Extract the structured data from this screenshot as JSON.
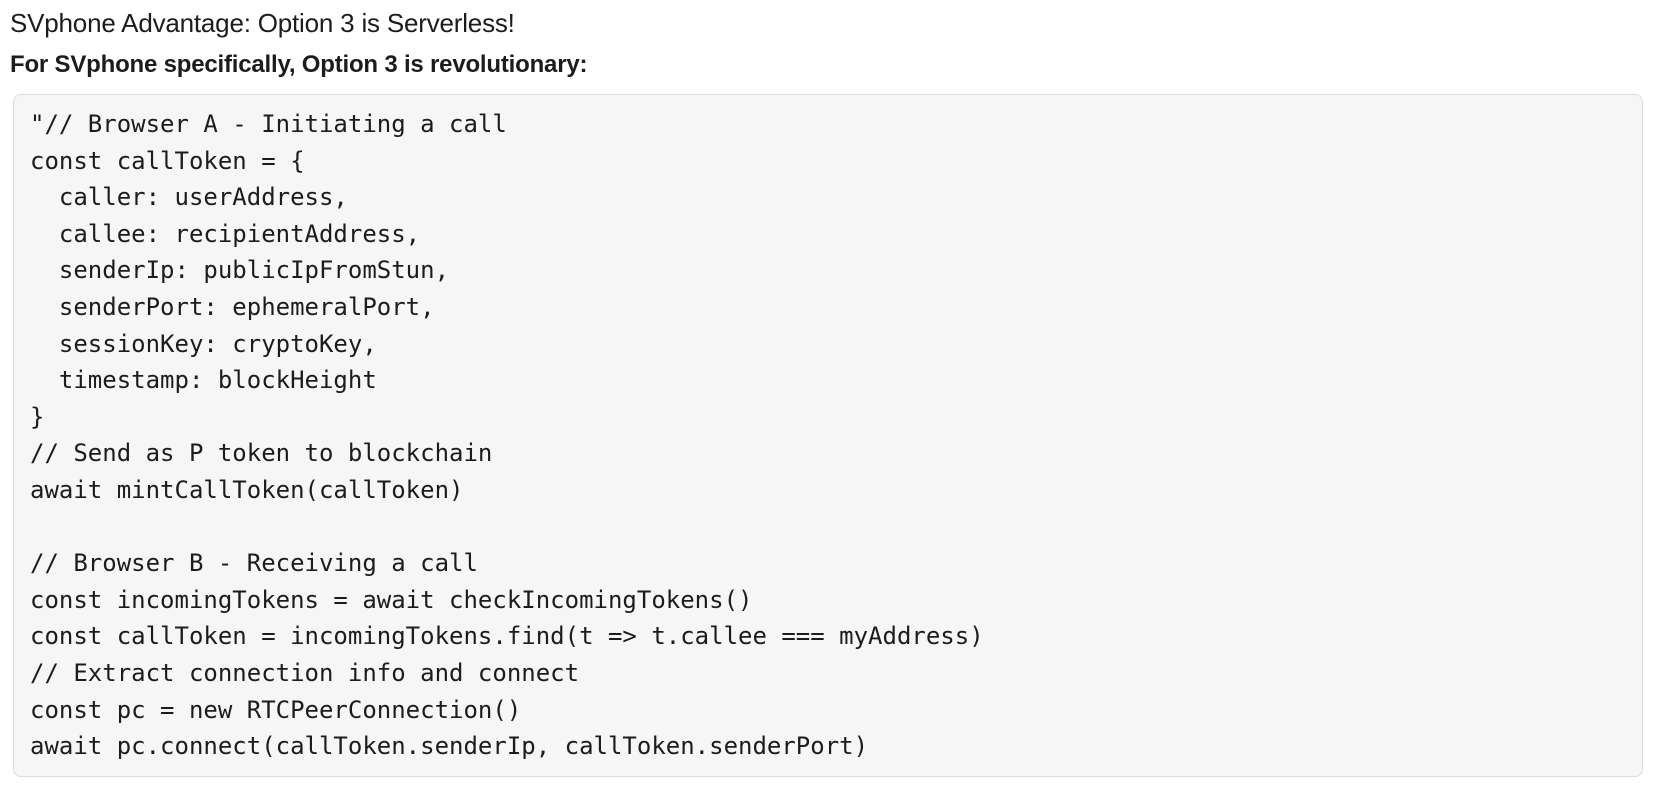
{
  "message": {
    "heading": "SVphone Advantage: Option 3 is Serverless!",
    "subheading": "For SVphone specifically, Option 3 is revolutionary:",
    "code_block": {
      "language": "javascript",
      "lines": [
        "\"// Browser A - Initiating a call",
        "const callToken = {",
        "  caller: userAddress,",
        "  callee: recipientAddress,",
        "  senderIp: publicIpFromStun,",
        "  senderPort: ephemeralPort,",
        "  sessionKey: cryptoKey,",
        "  timestamp: blockHeight",
        "}",
        "// Send as P token to blockchain",
        "await mintCallToken(callToken)",
        "",
        "// Browser B - Receiving a call",
        "const incomingTokens = await checkIncomingTokens()",
        "const callToken = incomingTokens.find(t => t.callee === myAddress)",
        "// Extract connection info and connect",
        "const pc = new RTCPeerConnection()",
        "await pc.connect(callToken.senderIp, callToken.senderPort)"
      ]
    }
  },
  "colors": {
    "text": "#1d1c1d",
    "code_background": "#f6f6f6",
    "code_border": "#dcdcdc",
    "page_background": "#ffffff"
  }
}
